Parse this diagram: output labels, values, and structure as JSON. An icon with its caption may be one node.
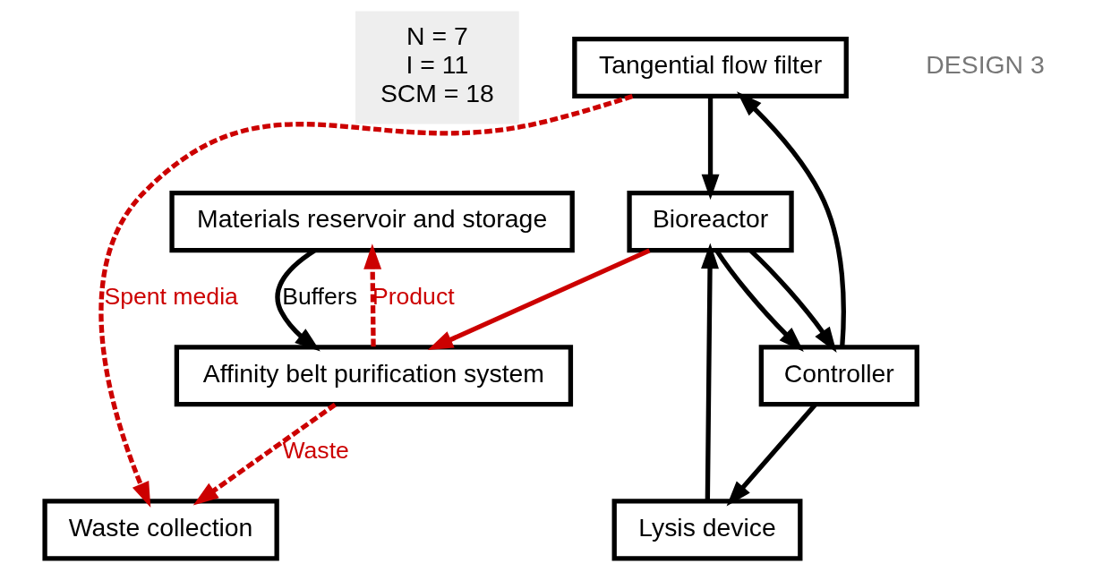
{
  "diagram": {
    "nodes": [
      {
        "text": [
          "N = 7",
          "I = 11",
          "SCM = 18"
        ]
      },
      {
        "text": [
          "Materials reservoir and storage"
        ]
      },
      {
        "text": [
          "Tangential flow filter"
        ]
      },
      {
        "text": [
          "Waste collection"
        ]
      },
      {
        "text": [
          "Lysis device"
        ]
      },
      {
        "text": [
          "Controller"
        ]
      },
      {
        "text": [
          "Bioreactor"
        ]
      },
      {
        "text": [
          "Affinity belt purification system"
        ]
      }
    ],
    "edges": [
      {
        "from": 5,
        "to": 2,
        "arrow": "to"
      },
      {
        "from": 5,
        "to": 4,
        "arrow": "to"
      },
      {
        "from": 2,
        "to": 6,
        "arrow": "to"
      },
      {
        "from": 4,
        "to": 6,
        "arrow": "to"
      },
      {
        "from": 6,
        "to": 5,
        "arrow": "to"
      },
      {
        "from": 6,
        "to": 5,
        "arrow": "to"
      },
      {
        "from": 6,
        "to": 7,
        "arrow": "to",
        "color": "#cc0000"
      },
      {
        "from": 2,
        "to": 3,
        "arrow": "to",
        "label": "Spent media",
        "style": "dashed",
        "color": "#cc0000"
      },
      {
        "from": 7,
        "to": 3,
        "arrow": "to",
        "label": "Waste",
        "style": "dashed",
        "color": "#cc0000"
      },
      {
        "from": 7,
        "to": 1,
        "arrow": "to",
        "label": "Product",
        "style": "dashed",
        "color": "#cc0000"
      },
      {
        "from": 1,
        "to": 7,
        "arrow": "to",
        "label": "Buffers"
      }
    ],
    "labels": [
      "DESIGN 3"
    ]
  }
}
